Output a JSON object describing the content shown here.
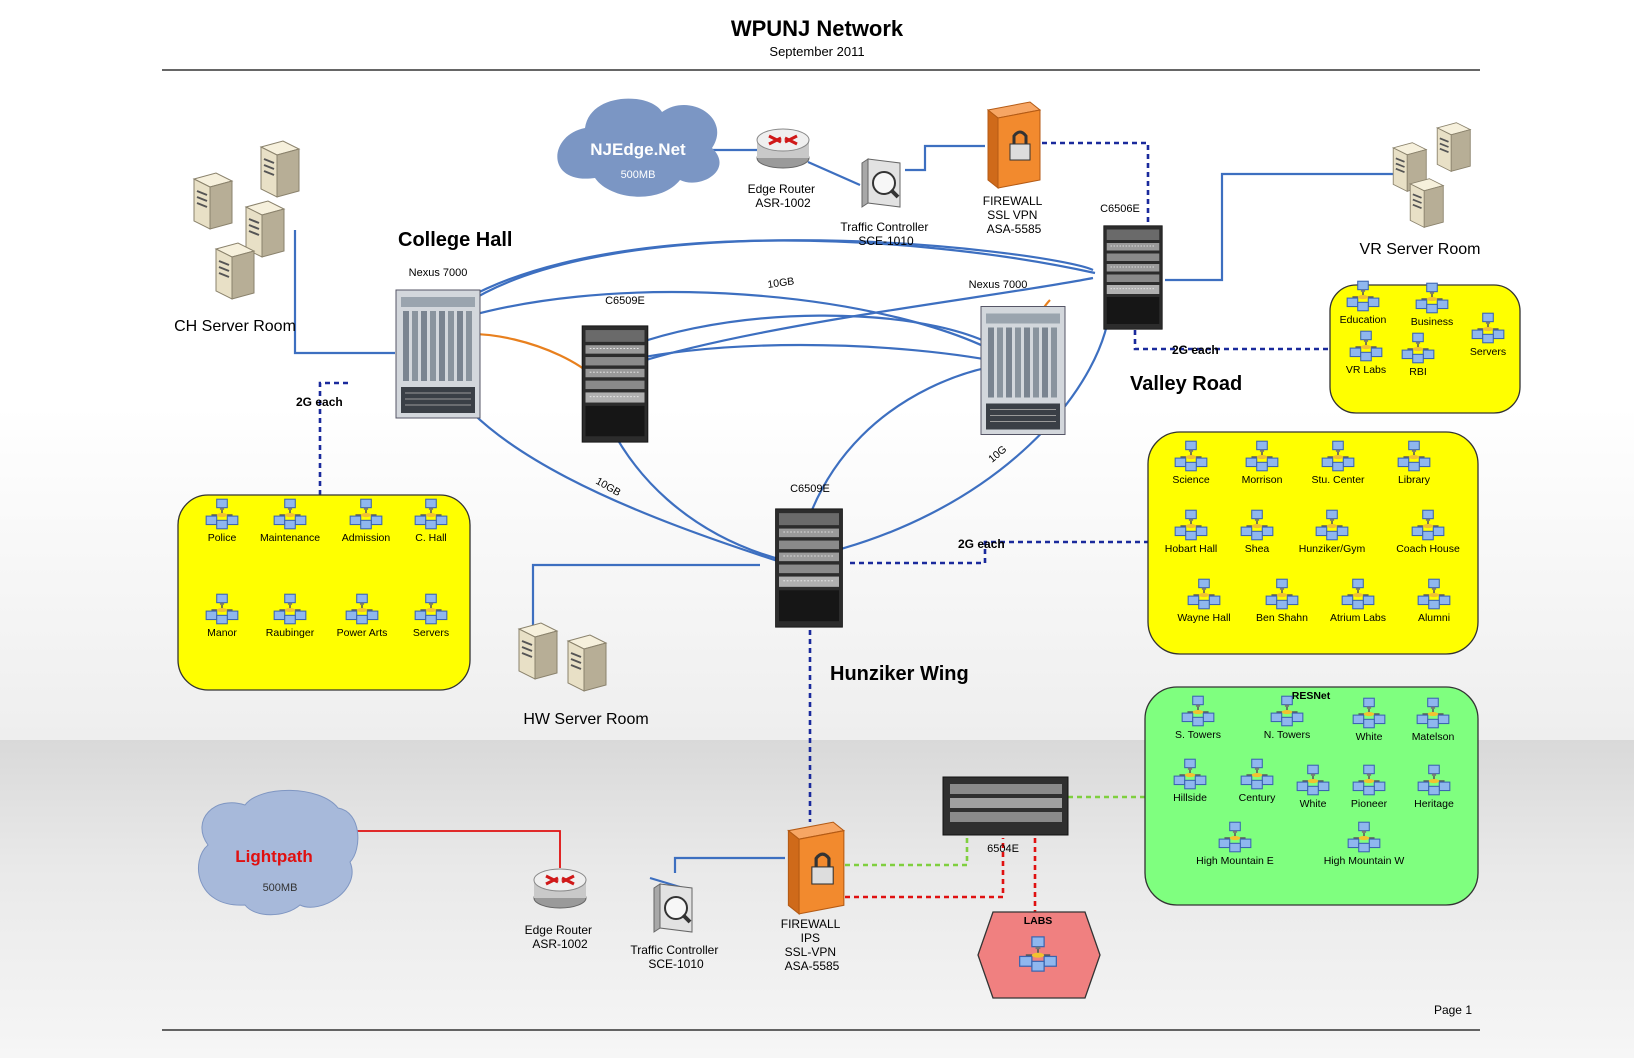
{
  "header": {
    "title": "WPUNJ Network",
    "subtitle": "September 2011"
  },
  "footer": {
    "page": "Page 1"
  },
  "sites": {
    "college_hall": "College Hall",
    "valley_road": "Valley Road",
    "hunziker_wing": "Hunziker Wing"
  },
  "server_rooms": {
    "ch": "CH Server Room",
    "vr": "VR Server Room",
    "hw": "HW Server Room"
  },
  "clouds": {
    "njedge": {
      "name": "NJEdge.Net",
      "bandwidth": "500MB"
    },
    "lightpath": {
      "name": "Lightpath",
      "bandwidth": "500MB"
    }
  },
  "devices": {
    "edge_router_top": [
      "Edge Router",
      "ASR-1002"
    ],
    "traffic_controller_top": [
      "Traffic Controller",
      "SCE-1010"
    ],
    "firewall_top": [
      "FIREWALL",
      "SSL VPN",
      "ASA-5585"
    ],
    "c6506e": "C6506E",
    "nexus_ch": "Nexus 7000",
    "nexus_vr": "Nexus 7000",
    "c6509e_ch": "C6509E",
    "c6509e_hw": "C6509E",
    "edge_router_bottom": [
      "Edge Router",
      "ASR-1002"
    ],
    "traffic_controller_bottom": [
      "Traffic Controller",
      "SCE-1010"
    ],
    "firewall_bottom": [
      "FIREWALL",
      "IPS",
      "SSL-VPN",
      "ASA-5585"
    ],
    "c6504e": "6504E"
  },
  "links": {
    "ch_each": "2G each",
    "vr_each": "2G each",
    "hw_each": "2G each",
    "speed_a": "10GB",
    "speed_b": "10GB",
    "speed_c": "10G"
  },
  "groups": {
    "ch": [
      "Police",
      "Maintenance",
      "Admission",
      "C. Hall",
      "Manor",
      "Raubinger",
      "Power Arts",
      "Servers"
    ],
    "vr": [
      "Education",
      "Business",
      "Servers",
      "VR Labs",
      "RBI"
    ],
    "hw": [
      "Science",
      "Morrison",
      "Stu. Center",
      "Library",
      "Hobart Hall",
      "Shea",
      "Hunziker/Gym",
      "Coach House",
      "Wayne Hall",
      "Ben Shahn",
      "Atrium Labs",
      "Alumni"
    ],
    "resnet_title": "RESNet",
    "resnet": [
      "S. Towers",
      "N. Towers",
      "White",
      "Matelson",
      "Hillside",
      "Century",
      "White",
      "Pioneer",
      "Heritage",
      "High Mountain E",
      "High Mountain W"
    ],
    "labs_title": "LABS"
  },
  "colors": {
    "link_blue": "#3d6fc0",
    "link_orange": "#e8801e",
    "dash_navy": "#1a2a9c",
    "dash_green": "#7fcf3f",
    "dash_red": "#e01010",
    "cloud_njedge": "#7b96c4",
    "cloud_lightpath": "#a7b9da",
    "box_yellow": "#ffff00",
    "box_green": "#7fff7f",
    "box_labs": "#f08080"
  }
}
